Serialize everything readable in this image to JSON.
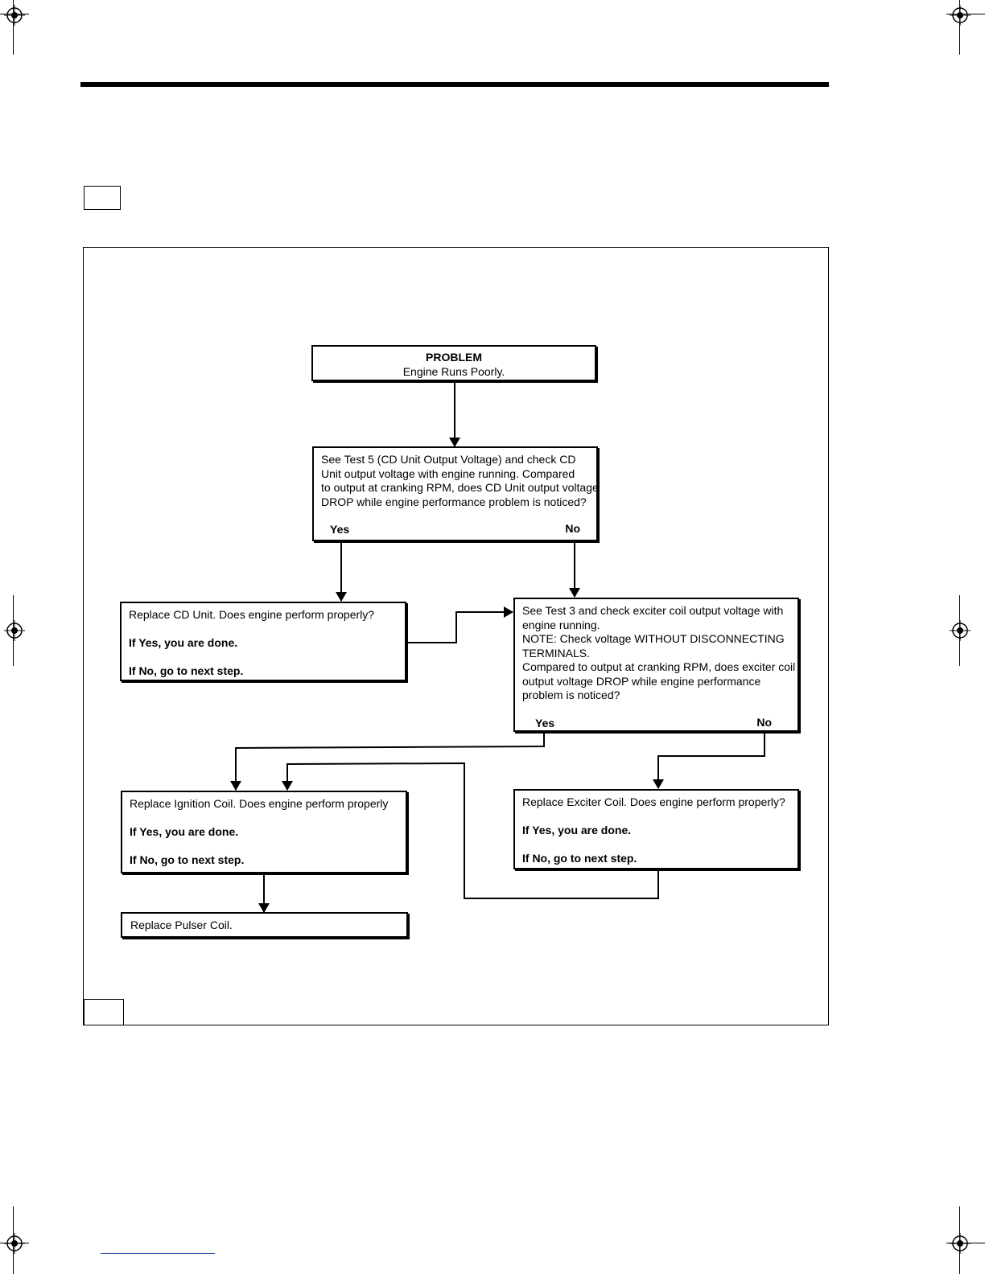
{
  "flowchart": {
    "problem": {
      "title": "PROBLEM",
      "text": "Engine Runs Poorly."
    },
    "cd_check": {
      "lines": [
        "See Test 5 (CD Unit Output Voltage) and check CD",
        "Unit output voltage with engine running. Compared",
        "to output at cranking RPM, does CD Unit output voltage",
        "DROP while engine performance problem is noticed?"
      ],
      "yes": "Yes",
      "no": "No"
    },
    "replace_cd": {
      "question": "Replace CD Unit. Does engine perform properly?",
      "yes_text": "If Yes, you are done.",
      "no_text": "If No, go to next step."
    },
    "exciter_check": {
      "lines": [
        "See Test 3 and check exciter coil output voltage with",
        "engine running.",
        "NOTE: Check voltage WITHOUT DISCONNECTING",
        "TERMINALS.",
        "Compared to output at cranking RPM, does exciter coil",
        "output voltage DROP while engine performance",
        "problem is noticed?"
      ],
      "yes": "Yes",
      "no": "No"
    },
    "replace_ignition": {
      "question": "Replace Ignition Coil. Does engine perform properly",
      "yes_text": "If Yes, you are done.",
      "no_text": "If No, go to next step."
    },
    "replace_exciter": {
      "question": "Replace Exciter Coil. Does engine perform properly?",
      "yes_text": "If Yes, you are done.",
      "no_text": "If No, go to next step."
    },
    "replace_pulser": {
      "text": "Replace Pulser Coil."
    }
  }
}
